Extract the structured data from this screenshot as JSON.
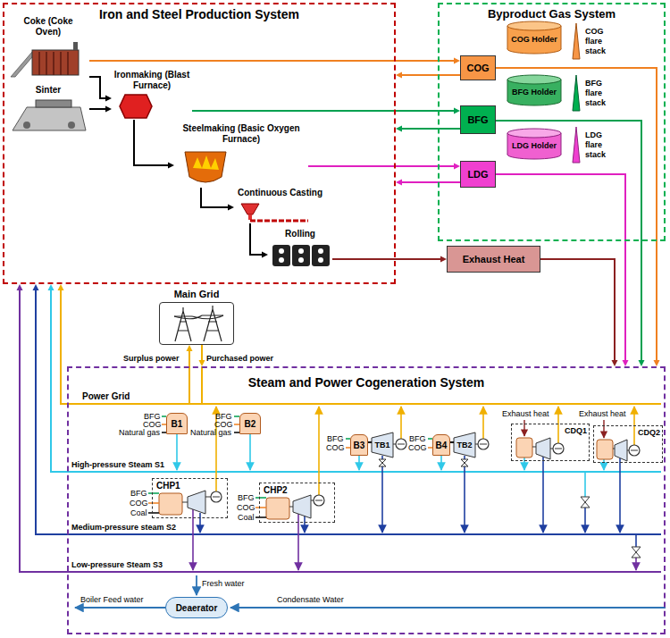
{
  "diagram": {
    "nodes": [
      {
        "text": [
          "Iron and Steel Production System"
        ]
      },
      {
        "text": [
          "Coke (Coke Oven)"
        ],
        "in": 0
      },
      {
        "text": [
          "Sinter"
        ],
        "in": 0
      },
      {
        "text": [
          "Ironmaking (Blast Furnace)"
        ],
        "in": 0
      },
      {
        "text": [
          "Steelmaking (Basic Oxygen Furnace)"
        ],
        "in": 0
      },
      {
        "text": [
          "Continuous Casting"
        ],
        "in": 0
      },
      {
        "text": [
          "Rolling"
        ],
        "in": 0
      },
      {
        "text": [
          "Byproduct Gas System"
        ]
      },
      {
        "text": [
          "COG"
        ],
        "in": 7
      },
      {
        "text": [
          "COG Holder"
        ],
        "in": 7
      },
      {
        "text": [
          "COG flare stack"
        ],
        "in": 7
      },
      {
        "text": [
          "BFG"
        ],
        "in": 7
      },
      {
        "text": [
          "BFG Holder"
        ],
        "in": 7
      },
      {
        "text": [
          "BFG flare stack"
        ],
        "in": 7
      },
      {
        "text": [
          "LDG"
        ],
        "in": 7
      },
      {
        "text": [
          "LDG Holder"
        ],
        "in": 7
      },
      {
        "text": [
          "LDG flare stack"
        ],
        "in": 7
      },
      {
        "text": [
          "Exhaust Heat"
        ]
      },
      {
        "text": [
          "Main Grid"
        ]
      },
      {
        "text": [
          "Steam and Power Cogeneration System"
        ]
      },
      {
        "text": [
          "B1"
        ],
        "in": 19
      },
      {
        "text": [
          "B2"
        ],
        "in": 19
      },
      {
        "text": [
          "B3"
        ],
        "in": 19
      },
      {
        "text": [
          "TB1"
        ],
        "in": 19
      },
      {
        "text": [
          "B4"
        ],
        "in": 19
      },
      {
        "text": [
          "TB2"
        ],
        "in": 19
      },
      {
        "text": [
          "CDQ1"
        ],
        "in": 19
      },
      {
        "text": [
          "CDQ2"
        ],
        "in": 19
      },
      {
        "text": [
          "CHP1"
        ],
        "in": 19
      },
      {
        "text": [
          "CHP2"
        ],
        "in": 19
      },
      {
        "text": [
          "Deaerator"
        ],
        "in": 19
      }
    ],
    "edges": [
      {
        "from": 1,
        "to": 3,
        "arrow": "to"
      },
      {
        "from": 2,
        "to": 3,
        "arrow": "to"
      },
      {
        "from": 1,
        "to": 8,
        "arrow": "to"
      },
      {
        "from": 8,
        "to": 0,
        "arrow": "to"
      },
      {
        "from": 3,
        "to": 11,
        "arrow": "to"
      },
      {
        "from": 11,
        "to": 0,
        "arrow": "to"
      },
      {
        "from": 3,
        "to": 4,
        "arrow": "to"
      },
      {
        "from": 4,
        "to": 14,
        "arrow": "to"
      },
      {
        "from": 14,
        "to": 0,
        "arrow": "to"
      },
      {
        "from": 4,
        "to": 5,
        "arrow": "to"
      },
      {
        "from": 5,
        "to": 6,
        "arrow": "to"
      },
      {
        "from": 6,
        "to": 17,
        "arrow": "to"
      },
      {
        "from": 17,
        "to": 19,
        "arrow": "to"
      },
      {
        "from": 14,
        "to": 19,
        "arrow": "to"
      },
      {
        "from": 11,
        "to": 19,
        "arrow": "to"
      },
      {
        "from": 8,
        "to": 19,
        "arrow": "to"
      },
      {
        "from": 19,
        "to": 18,
        "label": "Surplus power",
        "arrow": "to"
      },
      {
        "from": 18,
        "to": 19,
        "label": "Purchased power",
        "arrow": "to"
      },
      {
        "from": 19,
        "to": 0,
        "arrow": "to"
      },
      {
        "from": 19,
        "to": 0,
        "arrow": "to"
      },
      {
        "from": 19,
        "to": 0,
        "arrow": "to"
      },
      {
        "from": 19,
        "to": 0,
        "arrow": "to"
      },
      {
        "from": 22,
        "to": 23,
        "arrow": "none"
      },
      {
        "from": 24,
        "to": 25,
        "arrow": "none"
      }
    ],
    "labels": [
      "Power Grid",
      "BFG",
      "COG",
      "Natural gas",
      "BFG",
      "COG",
      "Natural gas",
      "Exhaust heat",
      "Exhaust heat",
      "BFG",
      "COG",
      "BFG",
      "COG",
      "High-pressure Steam S1",
      "BFG",
      "COG",
      "Coal",
      "BFG",
      "COG",
      "Coal",
      "Medium-pressure steam S2",
      "Low-pressure Steam S3",
      "Fresh water",
      "Boiler Feed water",
      "Condensate Water"
    ]
  }
}
